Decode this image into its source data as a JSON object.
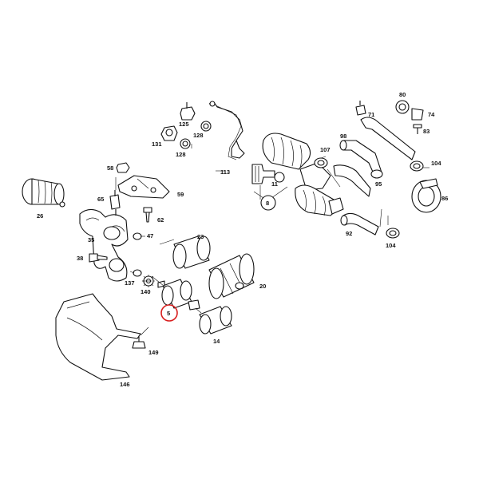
{
  "labels": {
    "l80": "80",
    "l71": "71",
    "l74": "74",
    "l83": "83",
    "l125": "125",
    "l128a": "128",
    "l131": "131",
    "l128b": "128",
    "l107": "107",
    "l98": "98",
    "l104a": "104",
    "l58": "58",
    "l113": "113",
    "l11": "11",
    "l86": "86",
    "l95": "95",
    "l26": "26",
    "l65": "65",
    "l59": "59",
    "l8": "8",
    "l62": "62",
    "l92": "92",
    "l47": "47",
    "l35": "35",
    "l23": "23",
    "l104b": "104",
    "l38": "38",
    "l137": "137",
    "l20": "20",
    "l140": "140",
    "l5": "5",
    "l14": "14",
    "l149": "149",
    "l146": "146"
  },
  "highlight": {
    "label": "5",
    "color": "#d81e1e"
  }
}
